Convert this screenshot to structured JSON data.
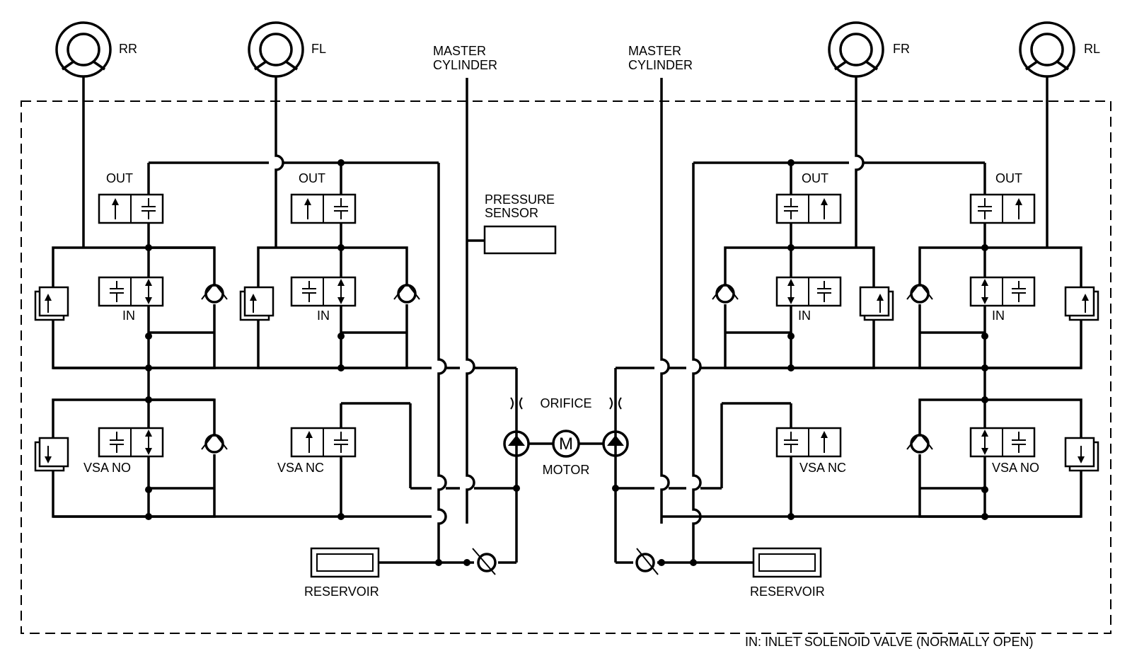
{
  "wheels": [
    "RR",
    "FL",
    "FR",
    "RL"
  ],
  "master_cylinder": [
    "MASTER",
    "CYLINDER"
  ],
  "pressure_sensor": [
    "PRESSURE",
    "SENSOR"
  ],
  "valves": {
    "out": "OUT",
    "in": "IN",
    "vsa_no": "VSA NO",
    "vsa_nc": "VSA NC"
  },
  "orifice": "ORIFICE",
  "motor_label": "MOTOR",
  "motor_symbol": "M",
  "reservoir": "RESERVOIR",
  "footnote": "IN: INLET SOLENOID VALVE (NORMALLY OPEN)"
}
